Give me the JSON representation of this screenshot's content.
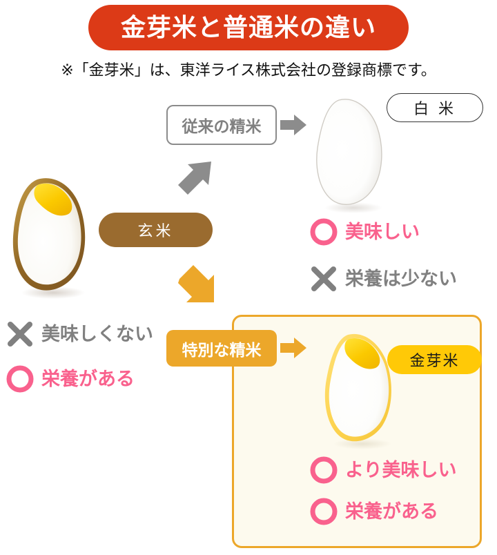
{
  "title": {
    "text": "金芽米と普通米の違い",
    "banner_color": "#dc3a17",
    "text_color": "#ffffff"
  },
  "subtitle": {
    "text": "※「金芽米」は、東洋ライス株式会社の登録商標です。"
  },
  "colors": {
    "accent_orange": "#eca72a",
    "gold_yellow": "#ffc907",
    "pink_good": "#f9618d",
    "gray_bad": "#808080",
    "brown_bran": "#9a6b2f",
    "panel_bg": "#fdfaee",
    "panel_border": "#eca72a"
  },
  "process": {
    "conventional": {
      "label": "従来の精米",
      "text_color": "#808080",
      "border_color": "#8b8b8b"
    },
    "special": {
      "label": "特別な精米",
      "bg_color": "#eca72a",
      "text_color": "#ffffff"
    }
  },
  "arrows": {
    "to_white_rice": "arrow-right-gray",
    "to_kinmemai": "arrow-right-orange",
    "diagonal_up": "arrow-up-right-gray",
    "diagonal_down": "arrow-down-right-orange"
  },
  "rice": {
    "genmai": {
      "pill_label": "玄米",
      "pill_bg": "#9a6b2f",
      "pill_text_color": "#ffffff",
      "grain_icon": "brown-rice-grain-icon",
      "attributes": [
        {
          "mark": "cross-mark-icon",
          "status": "bad",
          "label": "美味しくない"
        },
        {
          "mark": "circle-mark-icon",
          "status": "good",
          "label": "栄養がある"
        }
      ]
    },
    "hakumai": {
      "pill_label": "白 米",
      "pill_bg": "#ffffff",
      "pill_text_color": "#1a1a1a",
      "grain_icon": "white-rice-grain-icon",
      "attributes": [
        {
          "mark": "circle-mark-icon",
          "status": "good",
          "label": "美味しい"
        },
        {
          "mark": "cross-mark-icon",
          "status": "bad",
          "label": "栄養は少ない"
        }
      ]
    },
    "kinmemai": {
      "pill_label": "金芽米",
      "pill_bg": "#ffc907",
      "pill_text_color": "#1a1a1a",
      "grain_icon": "kinmemai-rice-grain-icon",
      "attributes": [
        {
          "mark": "circle-mark-icon",
          "status": "good",
          "label": "より美味しい"
        },
        {
          "mark": "circle-mark-icon",
          "status": "good",
          "label": "栄養がある"
        }
      ]
    }
  }
}
